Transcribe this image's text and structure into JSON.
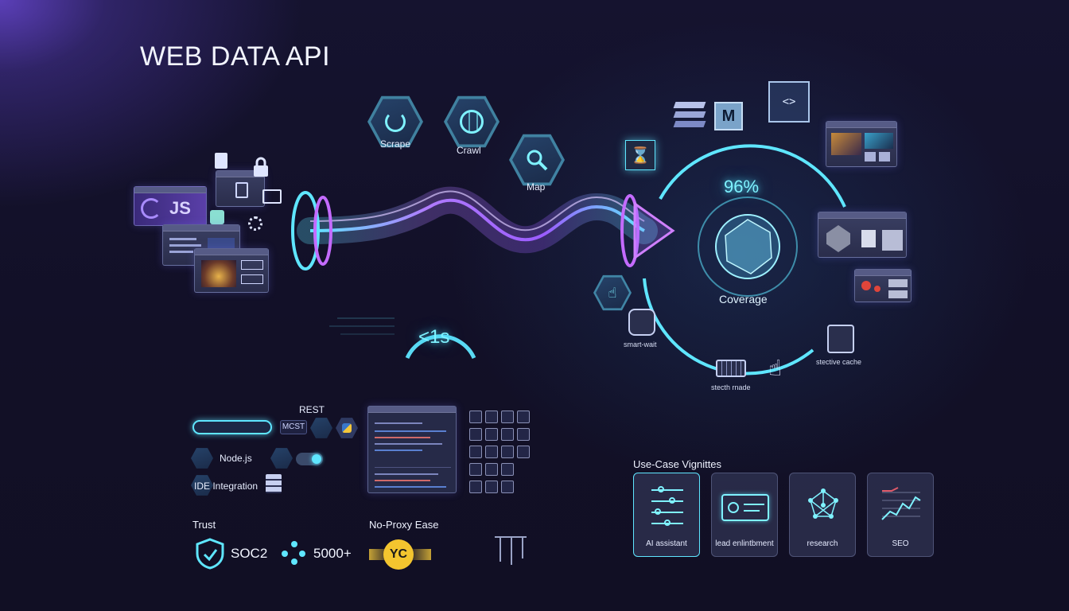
{
  "title": "WEB DATA API",
  "features": {
    "scrape": "Scrape",
    "crawl": "Crawl",
    "map": "Map"
  },
  "left_panel": {
    "js_label": "JS"
  },
  "speed": {
    "value": "<1s"
  },
  "coverage": {
    "percent": "96%",
    "label": "Coverage"
  },
  "side_features": {
    "smart_wait": "smart-wait",
    "selective_cache": "stective cache",
    "stealth_mode": "stecth rnade"
  },
  "sdk": {
    "rest": "REST",
    "mcp": "MCST",
    "nodejs": "Node.js",
    "ide": "IDE Integration"
  },
  "trust": {
    "heading": "Trust",
    "soc2": "SOC2",
    "count": "5000+"
  },
  "no_proxy": {
    "heading": "No-Proxy Ease",
    "yc": "YC"
  },
  "use_cases": {
    "heading": "Use-Case Vignittes",
    "items": [
      {
        "label": "AI assistant"
      },
      {
        "label": "lead enlintbment"
      },
      {
        "label": "research"
      },
      {
        "label": "SEO"
      }
    ]
  },
  "colors": {
    "accent_cyan": "#5fe6ff",
    "accent_purple": "#9b5cff",
    "background": "#131129"
  }
}
